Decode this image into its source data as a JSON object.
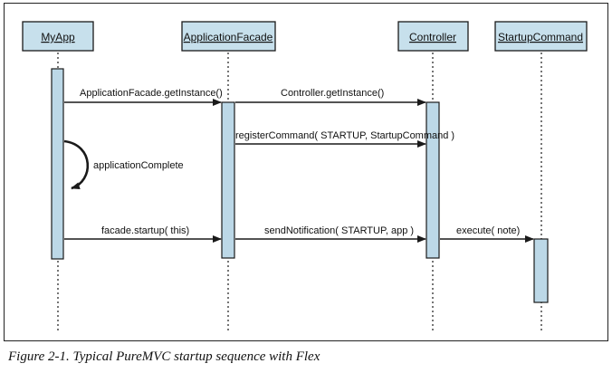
{
  "participants": [
    "MyApp",
    "ApplicationFacade",
    "Controller",
    "StartupCommand"
  ],
  "messages": [
    "ApplicationFacade.getInstance()",
    "Controller.getInstance()",
    "registerCommand( STARTUP, StartupCommand )",
    "applicationComplete",
    "facade.startup( this)",
    "sendNotification( STARTUP, app )",
    "execute( note)"
  ],
  "caption": "Figure 2-1. Typical PureMVC startup sequence with Flex",
  "colors": {
    "participant_fill": "#c7e0ec",
    "activation_fill": "#bcd8e7",
    "stroke": "#1a1a1a"
  }
}
